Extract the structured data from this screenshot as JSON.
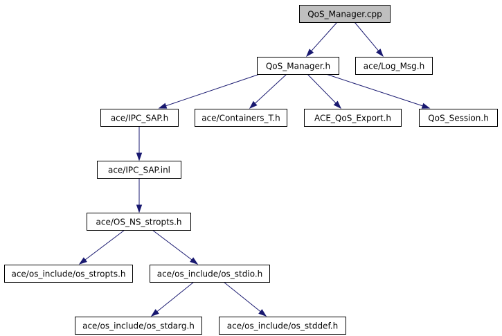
{
  "colors": {
    "root_fill": "#bfbfbf",
    "node_fill": "#ffffff",
    "node_border": "#000000",
    "edge": "#191970"
  },
  "nodes": [
    {
      "id": "qos_manager_cpp",
      "label": "QoS_Manager.cpp",
      "root": true
    },
    {
      "id": "qos_manager_h",
      "label": "QoS_Manager.h"
    },
    {
      "id": "log_msg_h",
      "label": "ace/Log_Msg.h"
    },
    {
      "id": "ipc_sap_h",
      "label": "ace/IPC_SAP.h"
    },
    {
      "id": "containers_t_h",
      "label": "ace/Containers_T.h"
    },
    {
      "id": "ace_qos_export_h",
      "label": "ACE_QoS_Export.h"
    },
    {
      "id": "qos_session_h",
      "label": "QoS_Session.h"
    },
    {
      "id": "ipc_sap_inl",
      "label": "ace/IPC_SAP.inl"
    },
    {
      "id": "os_ns_stropts_h",
      "label": "ace/OS_NS_stropts.h"
    },
    {
      "id": "os_stropts_h",
      "label": "ace/os_include/os_stropts.h"
    },
    {
      "id": "os_stdio_h",
      "label": "ace/os_include/os_stdio.h"
    },
    {
      "id": "os_stdarg_h",
      "label": "ace/os_include/os_stdarg.h"
    },
    {
      "id": "os_stddef_h",
      "label": "ace/os_include/os_stddef.h"
    }
  ],
  "edges": [
    {
      "from": "qos_manager_cpp",
      "to": "qos_manager_h"
    },
    {
      "from": "qos_manager_cpp",
      "to": "log_msg_h"
    },
    {
      "from": "qos_manager_h",
      "to": "ipc_sap_h"
    },
    {
      "from": "qos_manager_h",
      "to": "containers_t_h"
    },
    {
      "from": "qos_manager_h",
      "to": "ace_qos_export_h"
    },
    {
      "from": "qos_manager_h",
      "to": "qos_session_h"
    },
    {
      "from": "ipc_sap_h",
      "to": "ipc_sap_inl"
    },
    {
      "from": "ipc_sap_inl",
      "to": "os_ns_stropts_h"
    },
    {
      "from": "os_ns_stropts_h",
      "to": "os_stropts_h"
    },
    {
      "from": "os_ns_stropts_h",
      "to": "os_stdio_h"
    },
    {
      "from": "os_stdio_h",
      "to": "os_stdarg_h"
    },
    {
      "from": "os_stdio_h",
      "to": "os_stddef_h"
    }
  ]
}
